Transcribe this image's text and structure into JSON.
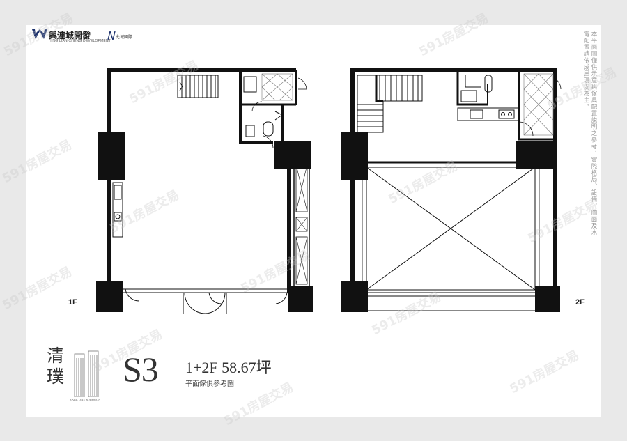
{
  "brand": {
    "name_cn": "興連城開發",
    "name_en": "HING LIAN CHENG DEVELOPMENT",
    "partner_name": "允城國際"
  },
  "side_note": "本平面圖僅供示意與傢具配置說明之參考，實際格局、設備、圖面及水電配置請依成屋現況為主。",
  "floor_labels": {
    "first": "1F",
    "second": "2F"
  },
  "project": {
    "name_cn": "清璞",
    "name_en": "RARE ONE MANSION"
  },
  "unit": {
    "code": "S3",
    "area": "1+2F  58.67坪",
    "caption": "平面傢俱參考圖"
  },
  "watermark": "591房屋交易"
}
